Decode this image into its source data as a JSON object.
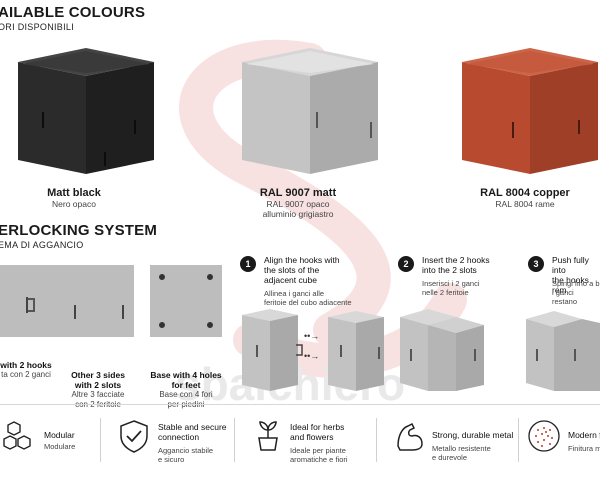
{
  "colours": {
    "title": "AILABLE COLOURS",
    "subtitle": "ORI DISPONIBILI",
    "items": [
      {
        "name": "Matt black",
        "sub1": "Nero opaco",
        "sub2": "",
        "color": "#2b2b2b",
        "inner": "#3a3a3a",
        "side": "#1f1f1f"
      },
      {
        "name": "RAL 9007 matt",
        "sub1": "RAL 9007 opaco",
        "sub2": "alluminio grigiastro",
        "color": "#bdbdbd",
        "inner": "#cfcfcf",
        "side": "#a9a9a9"
      },
      {
        "name": "RAL 8004 copper",
        "sub1": "RAL 8004 rame",
        "sub2": "",
        "color": "#b84a30",
        "inner": "#c65a3e",
        "side": "#a03f27"
      }
    ]
  },
  "interlock": {
    "title": "ERLOCKING SYSTEM",
    "subtitle": "EMA DI AGGANCIO",
    "panels": [
      {
        "title": "with 2 hooks",
        "sub": "ta con 2 ganci"
      },
      {
        "title": "Other 3 sides\nwith 2 slots",
        "sub": "Altre 3 facciate\ncon 2 feritoie"
      },
      {
        "title": "Base with 4 holes\nfor feet",
        "sub": "Base con 4 fori\nper piedini"
      }
    ],
    "steps": [
      {
        "num": "1",
        "title": "Align the hooks with\nthe slots of the\nadjacent cube",
        "sub": "Allinea i ganci alle\nferitoie del cubo adiacente"
      },
      {
        "num": "2",
        "title": "Insert the 2 hooks\ninto the 2 slots",
        "sub": "Inserisci i 2 ganci\nnelle 2 feritoie"
      },
      {
        "num": "3",
        "title": "Push fully into\nthe hooks rem",
        "sub": "Spingi fino a b\ni ganci restano"
      }
    ]
  },
  "features": [
    {
      "icon": "cubes-icon",
      "title": "Modular",
      "sub": "Modulare"
    },
    {
      "icon": "shield-check-icon",
      "title": "Stable and secure\nconnection",
      "sub": "Aggancio stabile\ne sicuro"
    },
    {
      "icon": "plant-pot-icon",
      "title": "Ideal for herbs\nand flowers",
      "sub": "Ideale per piante\naromatiche e fiori"
    },
    {
      "icon": "strong-arm-icon",
      "title": "Strong, durable metal",
      "sub": "Metallo resistente\ne durevole"
    },
    {
      "icon": "texture-circle-icon",
      "title": "Modern f",
      "sub": "Finitura m"
    }
  ],
  "brand": {
    "watermark": "sbalchiero",
    "accent": "#e14b4b"
  }
}
